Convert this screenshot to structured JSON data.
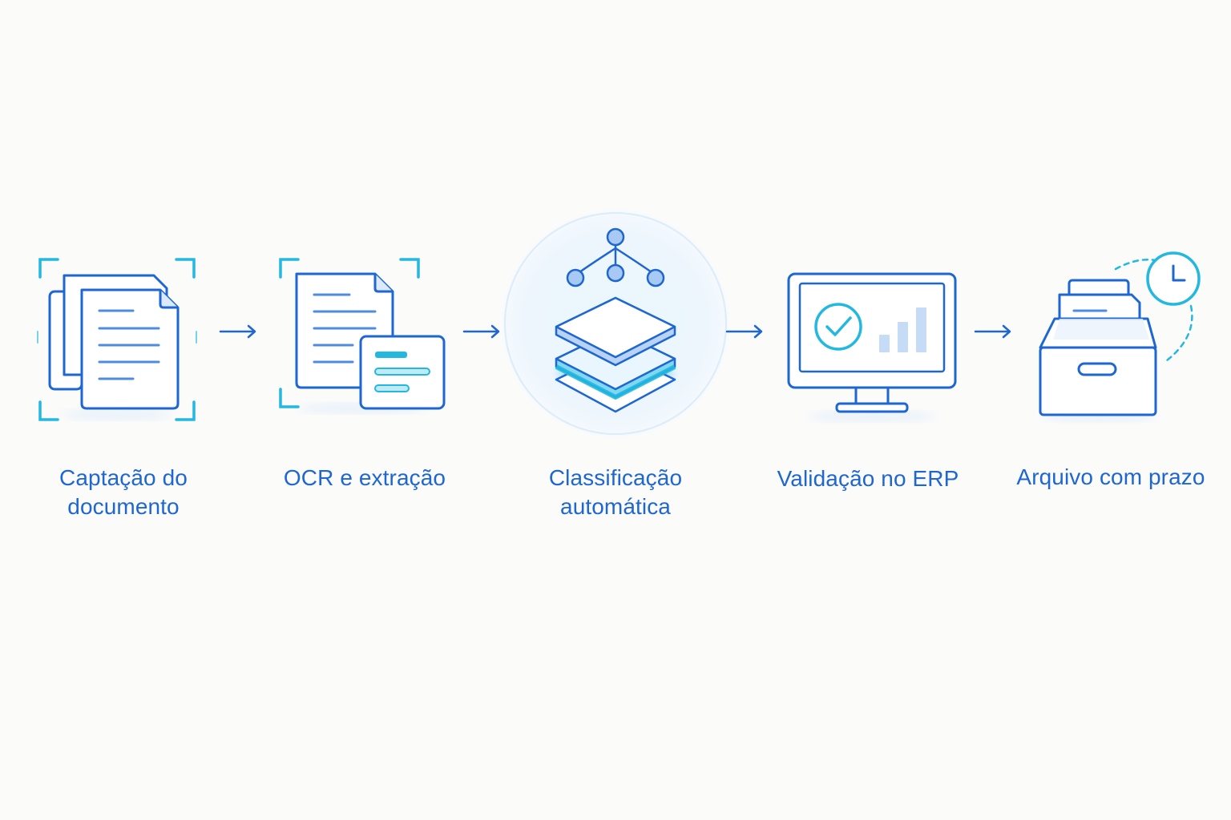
{
  "steps": [
    {
      "id": "capture",
      "lines": [
        "Captação do",
        "documento"
      ],
      "icon": "document-scan-icon"
    },
    {
      "id": "ocr",
      "lines": [
        "OCR e extração"
      ],
      "icon": "ocr-extraction-icon"
    },
    {
      "id": "classify",
      "lines": [
        "Classificação",
        "automática"
      ],
      "icon": "layers-hierarchy-icon"
    },
    {
      "id": "validate",
      "lines": [
        "Validação no ERP"
      ],
      "icon": "monitor-check-icon"
    },
    {
      "id": "archive",
      "lines": [
        "Arquivo com prazo"
      ],
      "icon": "archive-box-clock-icon"
    }
  ],
  "colors": {
    "primary": "#1e66d0",
    "accent": "#22b8e0",
    "background": "#fbfbfa",
    "soft_fill": "#eaf3fd"
  }
}
